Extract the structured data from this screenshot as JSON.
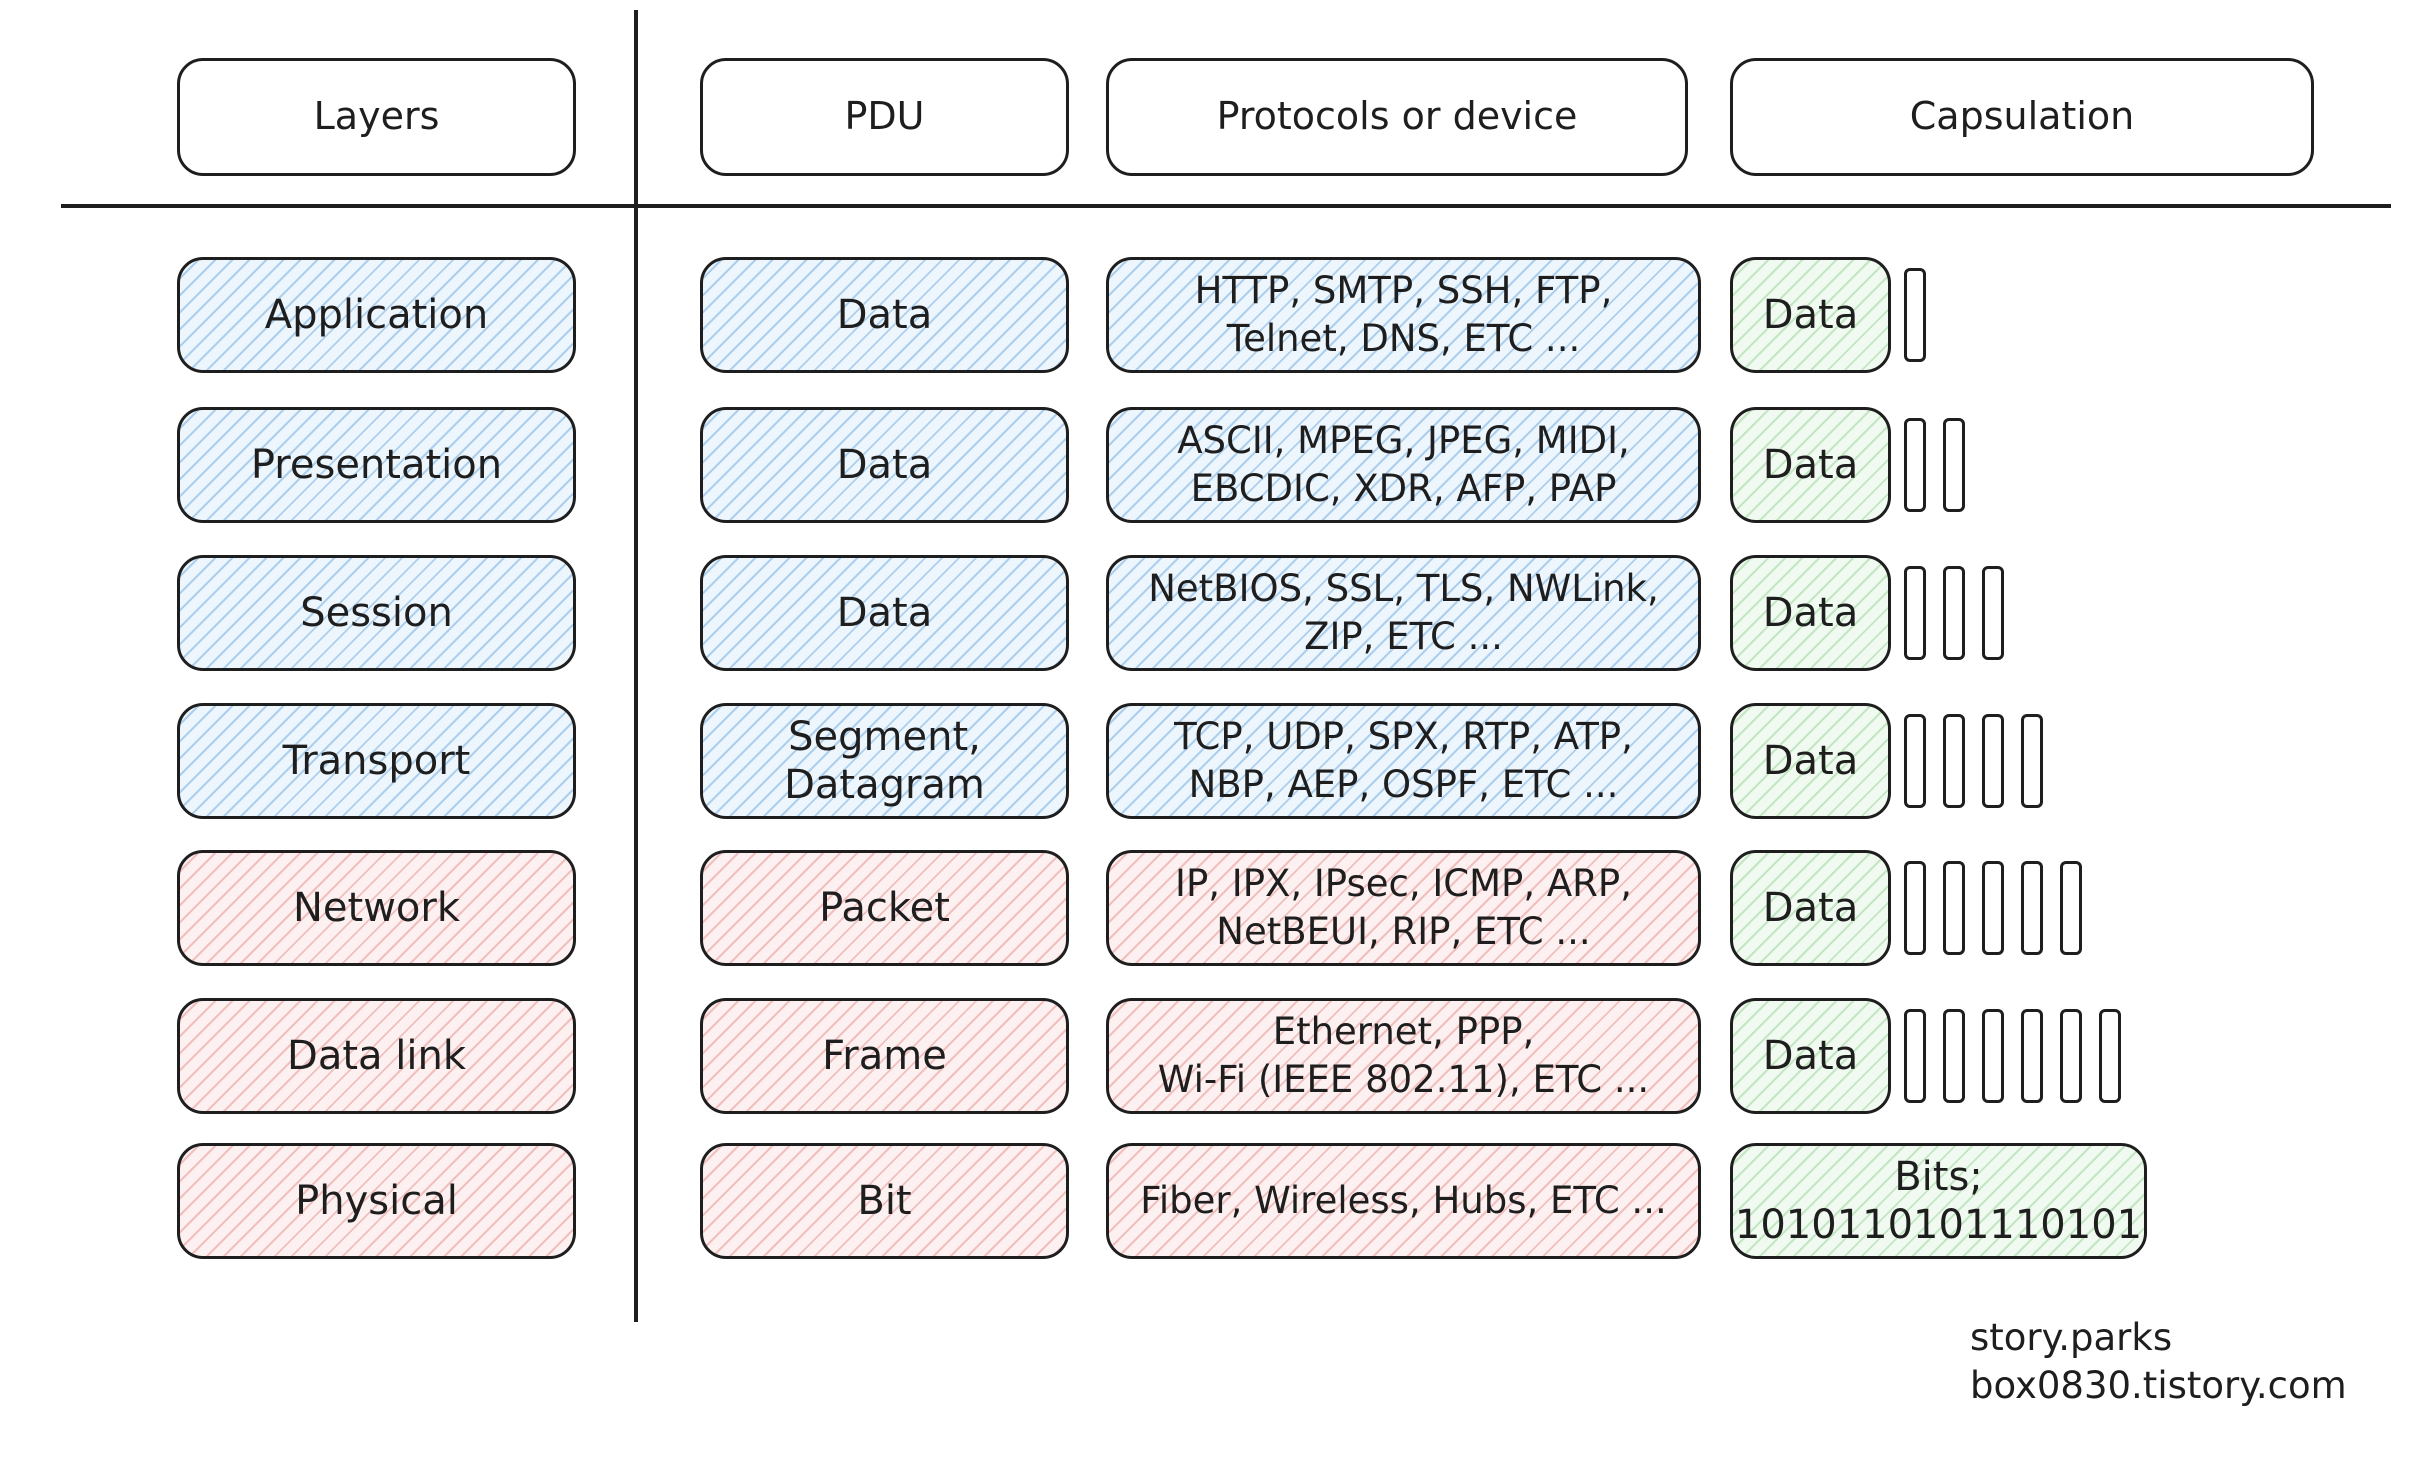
{
  "headers": {
    "layers": "Layers",
    "pdu": "PDU",
    "protocols": "Protocols or device",
    "capsulation": "Capsulation"
  },
  "rows": [
    {
      "layer": "Application",
      "pdu": "Data",
      "protocols": [
        "HTTP, SMTP, SSH, FTP,",
        "Telnet, DNS, ETC ..."
      ],
      "capsule": "Data",
      "header_bars": 1,
      "color": "blue"
    },
    {
      "layer": "Presentation",
      "pdu": "Data",
      "protocols": [
        "ASCII, MPEG, JPEG, MIDI,",
        "EBCDIC, XDR, AFP, PAP"
      ],
      "capsule": "Data",
      "header_bars": 2,
      "color": "blue"
    },
    {
      "layer": "Session",
      "pdu": "Data",
      "protocols": [
        "NetBIOS, SSL, TLS, NWLink,",
        "ZIP, ETC ..."
      ],
      "capsule": "Data",
      "header_bars": 3,
      "color": "blue"
    },
    {
      "layer": "Transport",
      "pdu": [
        "Segment,",
        "Datagram"
      ],
      "protocols": [
        "TCP, UDP, SPX, RTP, ATP,",
        "NBP, AEP, OSPF, ETC ..."
      ],
      "capsule": "Data",
      "header_bars": 4,
      "color": "blue"
    },
    {
      "layer": "Network",
      "pdu": "Packet",
      "protocols": [
        "IP, IPX, IPsec, ICMP, ARP,",
        "NetBEUI, RIP, ETC ..."
      ],
      "capsule": "Data",
      "header_bars": 5,
      "color": "red"
    },
    {
      "layer": "Data link",
      "pdu": "Frame",
      "protocols": [
        "Ethernet, PPP,",
        "Wi-Fi (IEEE 802.11), ETC ..."
      ],
      "capsule": "Data",
      "header_bars": 6,
      "color": "red"
    },
    {
      "layer": "Physical",
      "pdu": "Bit",
      "protocols": [
        "Fiber, Wireless, Hubs, ETC ..."
      ],
      "capsule": "Bits; 1010110101110101",
      "header_bars": 0,
      "color": "red"
    }
  ],
  "credit": {
    "line1": "story.parks",
    "line2": "box0830.tistory.com"
  },
  "colors": {
    "upper_layers": "#eef6fd",
    "lower_layers": "#fdf0f0",
    "capsulation": "#f1faf1",
    "stroke": "#1e1e1e"
  }
}
